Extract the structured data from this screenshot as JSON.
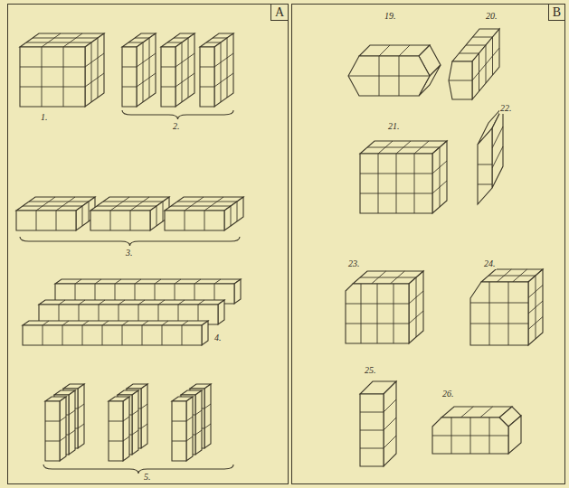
{
  "diagram": {
    "nodes": [
      {
        "text": [
          "A"
        ]
      },
      {
        "text": [
          "B"
        ]
      }
    ],
    "labels": [
      "1.",
      "2.",
      "3.",
      "4.",
      "5.",
      "19.",
      "20.",
      "21.",
      "22.",
      "23.",
      "24.",
      "25.",
      "26."
    ]
  }
}
